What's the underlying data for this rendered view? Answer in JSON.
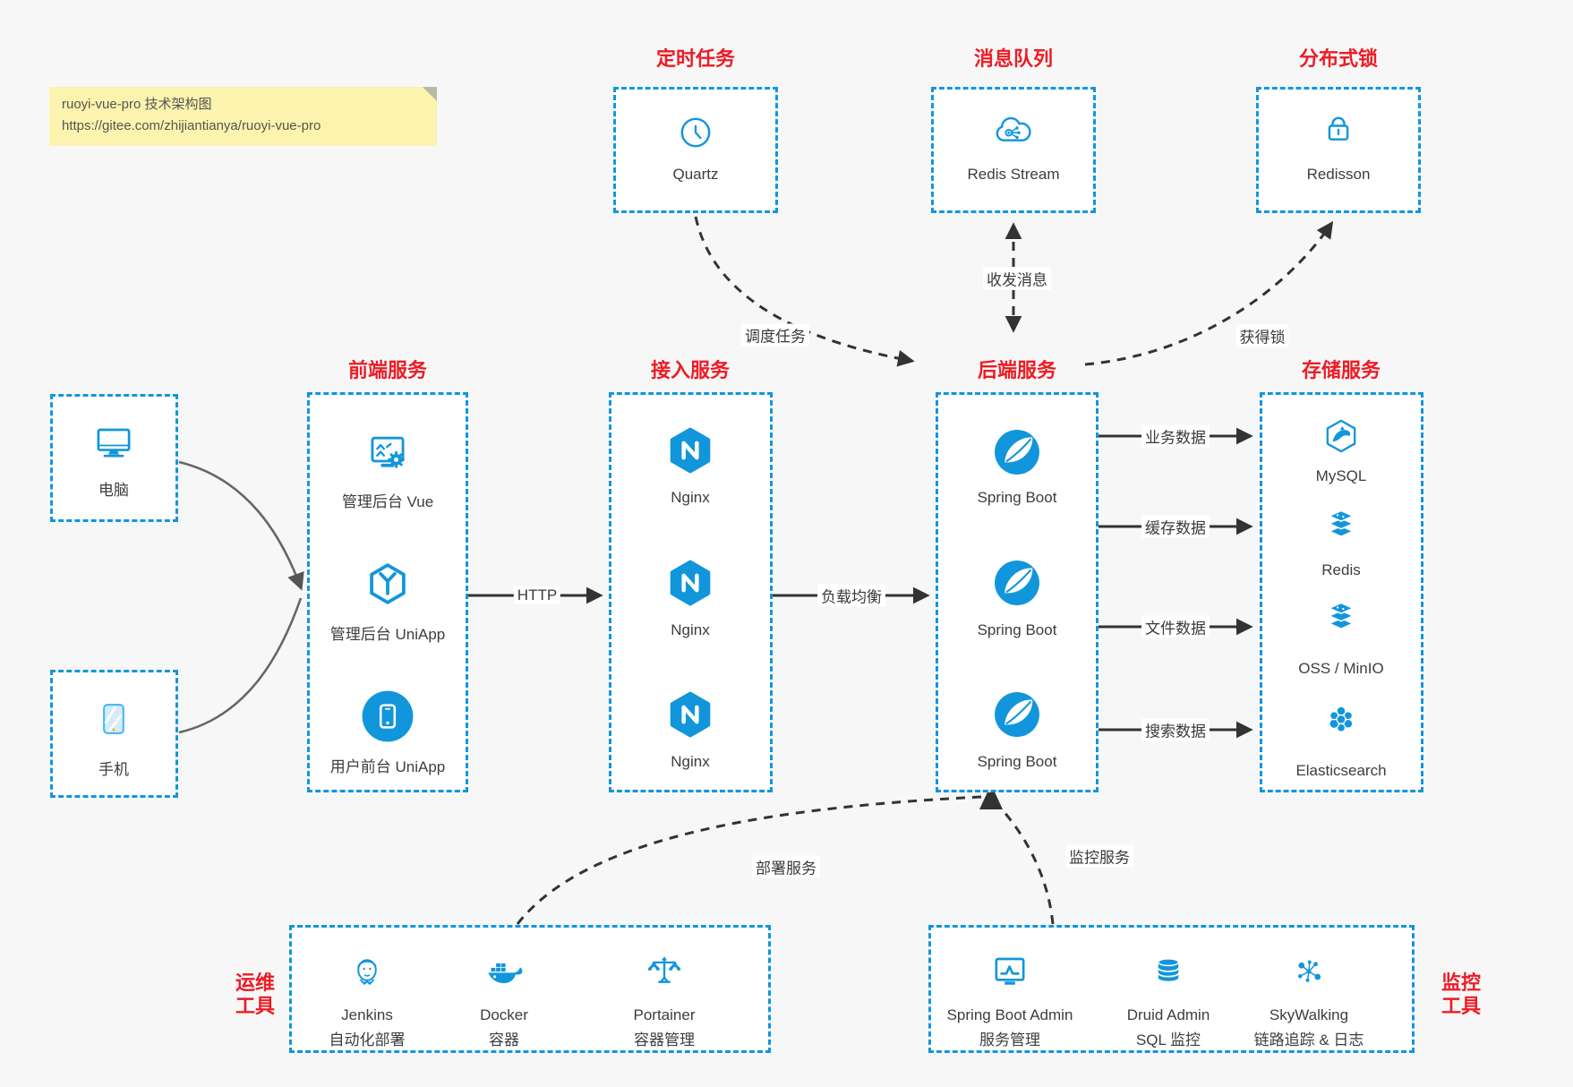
{
  "page": {
    "background": "#f7f7f8",
    "accent_blue": "#1296db",
    "accent_red": "#ed1c24",
    "text_color": "#3d3d3d"
  },
  "note": {
    "line1": "ruoyi-vue-pro 技术架构图",
    "line2": "https://gitee.com/zhijiantianya/ruoyi-vue-pro"
  },
  "top_groups": [
    {
      "title": "定时任务",
      "item": "Quartz",
      "icon": "clock-icon"
    },
    {
      "title": "消息队列",
      "item": "Redis Stream",
      "icon": "cloud-share-icon"
    },
    {
      "title": "分布式锁",
      "item": "Redisson",
      "icon": "lock-icon"
    }
  ],
  "clients": [
    {
      "label": "电脑",
      "icon": "desktop-icon"
    },
    {
      "label": "手机",
      "icon": "phone-icon"
    }
  ],
  "columns": [
    {
      "title": "前端服务",
      "items": [
        {
          "label": "管理后台 Vue",
          "icon": "admin-vue-icon"
        },
        {
          "label": "管理后台 UniApp",
          "icon": "uniapp-cube-icon"
        },
        {
          "label": "用户前台 UniApp",
          "icon": "user-app-icon"
        }
      ]
    },
    {
      "title": "接入服务",
      "items": [
        {
          "label": "Nginx",
          "icon": "nginx-icon"
        },
        {
          "label": "Nginx",
          "icon": "nginx-icon"
        },
        {
          "label": "Nginx",
          "icon": "nginx-icon"
        }
      ]
    },
    {
      "title": "后端服务",
      "items": [
        {
          "label": "Spring Boot",
          "icon": "spring-icon"
        },
        {
          "label": "Spring Boot",
          "icon": "spring-icon"
        },
        {
          "label": "Spring Boot",
          "icon": "spring-icon"
        }
      ]
    },
    {
      "title": "存储服务",
      "items": [
        {
          "label": "MySQL",
          "icon": "mysql-icon"
        },
        {
          "label": "Redis",
          "icon": "redis-stack-icon"
        },
        {
          "label": "OSS / MinIO",
          "icon": "oss-stack-icon"
        },
        {
          "label": "Elasticsearch",
          "icon": "elasticsearch-icon"
        }
      ]
    }
  ],
  "flow_labels": {
    "http": "HTTP",
    "load_balance": "负载均衡",
    "business_data": "业务数据",
    "cache_data": "缓存数据",
    "file_data": "文件数据",
    "search_data": "搜索数据",
    "schedule": "调度任务",
    "message": "收发消息",
    "lock": "获得锁",
    "deploy": "部署服务",
    "monitor": "监控服务"
  },
  "ops": {
    "label_line1": "运维",
    "label_line2": "工具",
    "items": [
      {
        "name": "Jenkins",
        "desc": "自动化部署",
        "icon": "jenkins-icon"
      },
      {
        "name": "Docker",
        "desc": "容器",
        "icon": "docker-icon"
      },
      {
        "name": "Portainer",
        "desc": "容器管理",
        "icon": "portainer-icon"
      }
    ]
  },
  "monitoring": {
    "label_line1": "监控",
    "label_line2": "工具",
    "items": [
      {
        "name": "Spring Boot Admin",
        "desc": "服务管理",
        "icon": "spring-boot-admin-icon"
      },
      {
        "name": "Druid Admin",
        "desc": "SQL 监控",
        "icon": "druid-icon"
      },
      {
        "name": "SkyWalking",
        "desc": "链路追踪 & 日志",
        "icon": "skywalking-icon"
      }
    ]
  }
}
